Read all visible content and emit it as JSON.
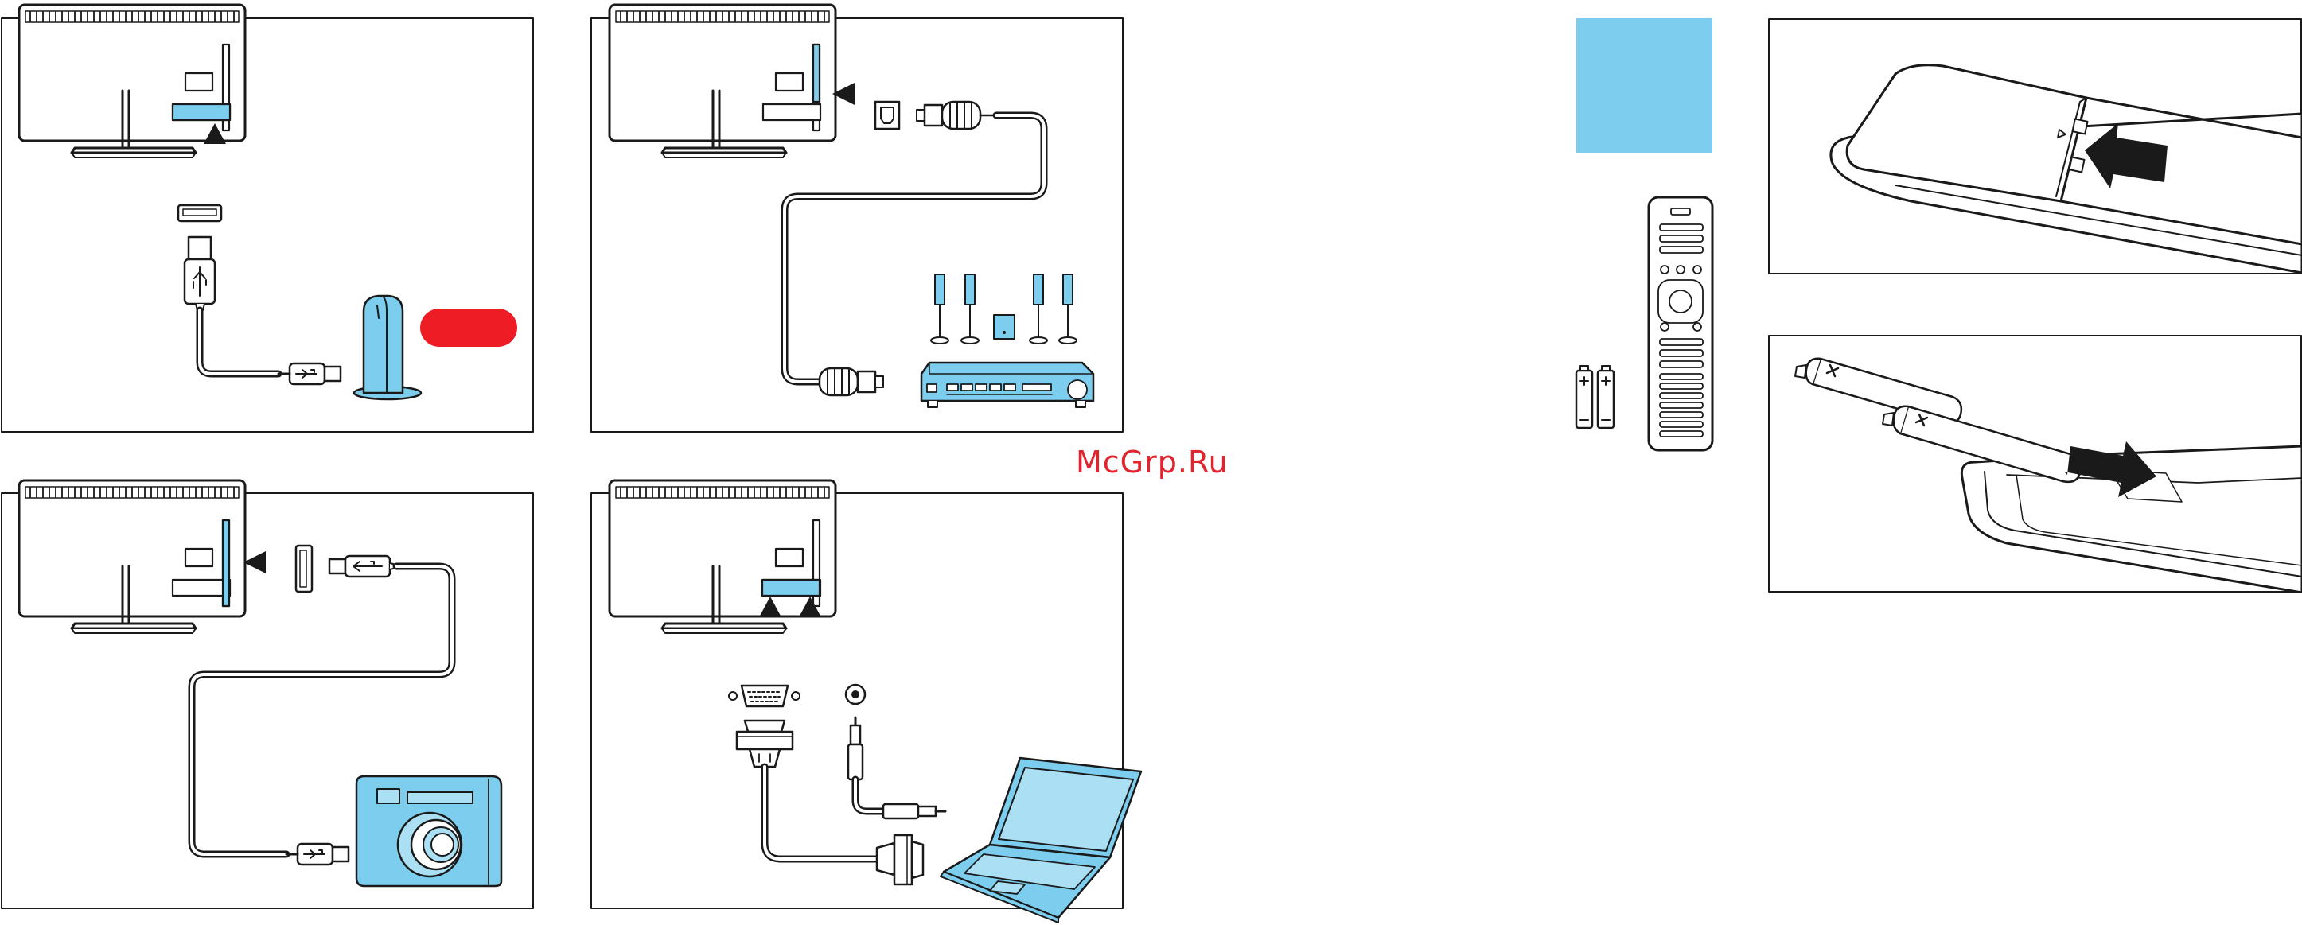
{
  "watermark": {
    "text": "McGrp.Ru",
    "color": "#e0252e"
  },
  "colors": {
    "line": "#1a1a1a",
    "accent_blue": "#7ccdee",
    "light_blue": "#abe0f4",
    "red": "#ee1c25",
    "white": "#ffffff"
  },
  "panels": [
    {
      "name": "usb-hdd-connection",
      "icons": [
        "tv-icon",
        "usb-port-icon",
        "usb-plug-icon",
        "hard-drive-icon"
      ]
    },
    {
      "name": "optical-audio-connection",
      "icons": [
        "tv-icon",
        "optical-port-icon",
        "toslink-plug-icon",
        "home-theater-icon"
      ]
    },
    {
      "name": "usb-camera-connection",
      "icons": [
        "tv-icon",
        "usb-port-icon",
        "usb-plug-icon",
        "camera-icon"
      ]
    },
    {
      "name": "vga-pc-connection",
      "icons": [
        "tv-icon",
        "vga-port-icon",
        "audio-jack-icon",
        "laptop-icon"
      ]
    },
    {
      "name": "remote-battery-cover",
      "icons": [
        "remote-back-icon",
        "arrow-icon"
      ]
    },
    {
      "name": "remote-battery-insert",
      "icons": [
        "battery-icon",
        "arrow-icon"
      ]
    }
  ]
}
